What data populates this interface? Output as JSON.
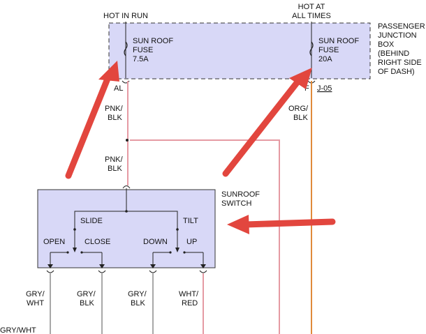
{
  "labels": {
    "hot_in_run": "HOT IN RUN",
    "hot_at_all_times_1": "HOT AT",
    "hot_at_all_times_2": "ALL TIMES",
    "junction_box": [
      "PASSENGER",
      "JUNCTION",
      "BOX",
      "(BEHIND",
      "RIGHT SIDE",
      "OF DASH)"
    ],
    "fuse1": [
      "SUN ROOF",
      "FUSE",
      "7.5A"
    ],
    "fuse2": [
      "SUN ROOF",
      "FUSE",
      "20A"
    ],
    "connector_al": "AL",
    "connector_f": "F",
    "connector_j05": "J-05",
    "wire_pnk_blk_top": [
      "PNK/",
      "BLK"
    ],
    "wire_pnk_blk_mid": [
      "PNK/",
      "BLK"
    ],
    "wire_org_blk": [
      "ORG/",
      "BLK"
    ],
    "switch_name": [
      "SUNROOF",
      "SWITCH"
    ],
    "slide": "SLIDE",
    "tilt": "TILT",
    "open": "OPEN",
    "close": "CLOSE",
    "down": "DOWN",
    "up": "UP",
    "wire_gry_wht": [
      "GRY/",
      "WHT"
    ],
    "wire_gry_blk_1": [
      "GRY/",
      "BLK"
    ],
    "wire_gry_blk_2": [
      "GRY/",
      "BLK"
    ],
    "wire_wht_red": [
      "WHT/",
      "RED"
    ],
    "wire_gry_wht_bottom": "GRY/WHT"
  },
  "colors": {
    "box_fill": "#d8d8f7",
    "wire_pink": "#e59aa3",
    "wire_orange": "#e08a3a",
    "wire_gray": "#a8a8a8",
    "arrow_red": "#e2463e"
  }
}
